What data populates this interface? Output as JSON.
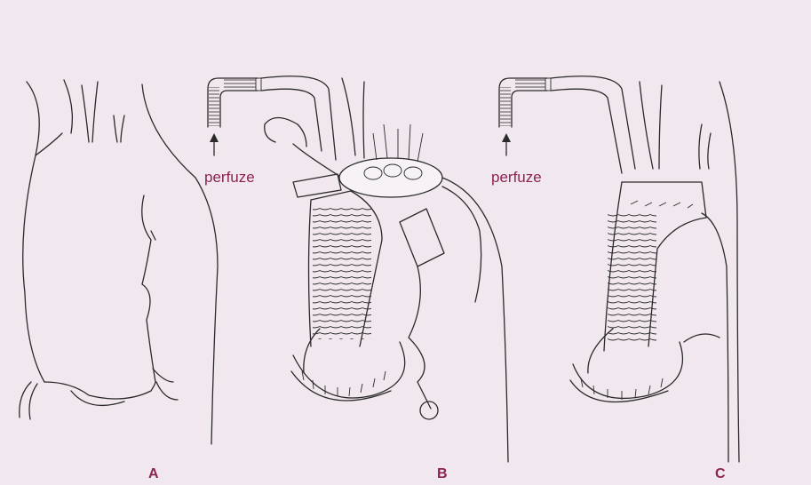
{
  "panels": [
    {
      "letter": "A"
    },
    {
      "letter": "B",
      "annotation": "perfuze"
    },
    {
      "letter": "C",
      "annotation": "perfuze"
    }
  ],
  "colors": {
    "background": "#f1e8ef",
    "line": "#2a2a2a",
    "label": "#8b2352"
  }
}
